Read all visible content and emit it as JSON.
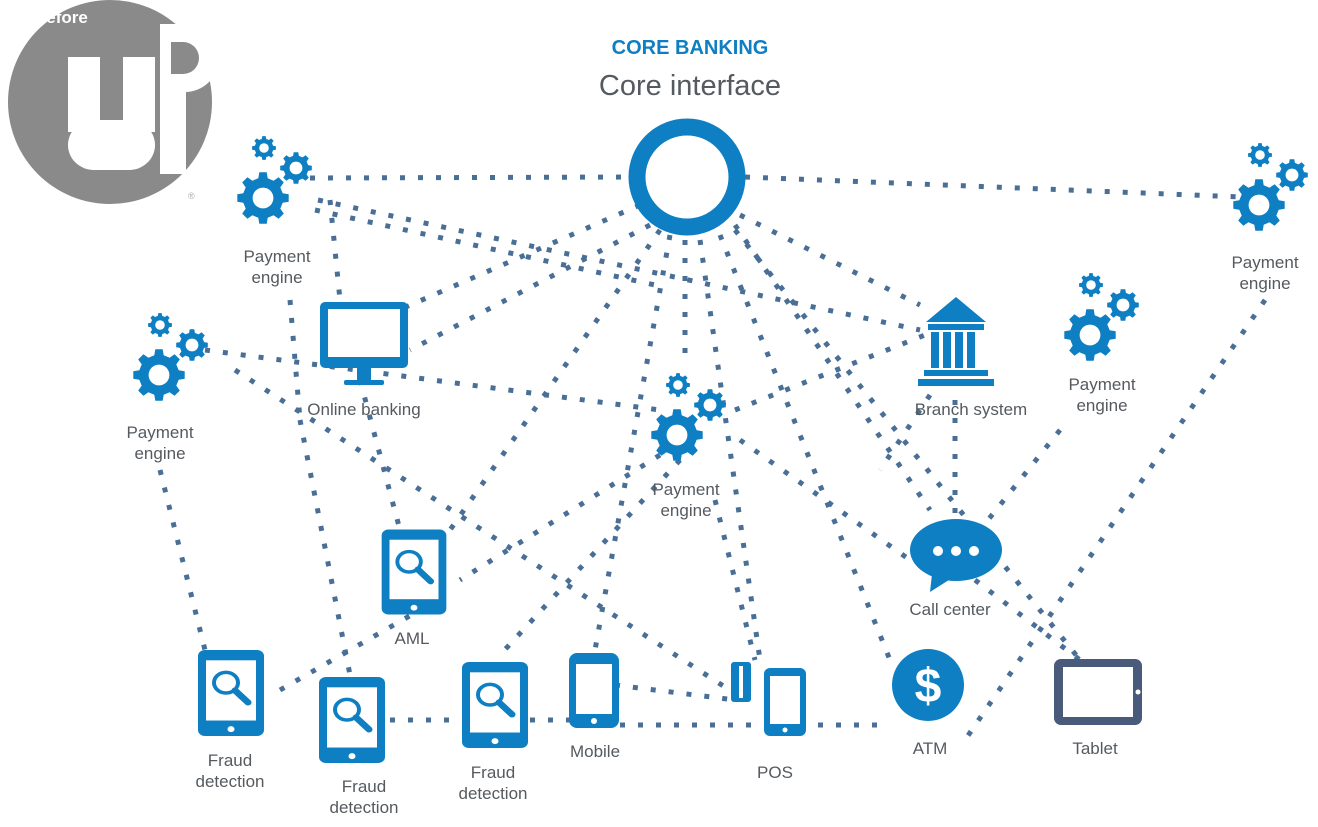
{
  "logo": {
    "word": "Before",
    "mark": "UP",
    "registered": "®"
  },
  "header": {
    "title": "CORE BANKING",
    "subtitle": "Core interface"
  },
  "colors": {
    "accent": "#0d7fc2",
    "dots": "#4a6f96",
    "logo_gray": "#8a8a8a",
    "text": "#555a5f",
    "tablet": "#4a5a7a"
  },
  "nodes": {
    "core": {
      "icon": "ring-icon"
    },
    "payment_tl": {
      "label": "Payment\nengine",
      "icon": "gears-icon"
    },
    "payment_tr": {
      "label": "Payment\nengine",
      "icon": "gears-icon"
    },
    "payment_left": {
      "label": "Payment\nengine",
      "icon": "gears-icon"
    },
    "payment_center": {
      "label": "Payment\nengine",
      "icon": "gears-icon"
    },
    "payment_right": {
      "label": "Payment\nengine",
      "icon": "gears-icon"
    },
    "online_banking": {
      "label": "Online banking",
      "icon": "monitor-icon"
    },
    "branch_system": {
      "label": "Branch system",
      "icon": "bank-building-icon"
    },
    "aml": {
      "label": "AML",
      "icon": "tablet-search-icon"
    },
    "call_center": {
      "label": "Call center",
      "icon": "chat-bubble-icon"
    },
    "fraud_1": {
      "label": "Fraud\ndetection",
      "icon": "tablet-search-icon"
    },
    "fraud_2": {
      "label": "Fraud\ndetection",
      "icon": "tablet-search-icon"
    },
    "fraud_3": {
      "label": "Fraud\ndetection",
      "icon": "tablet-search-icon"
    },
    "mobile": {
      "label": "Mobile",
      "icon": "phone-icon"
    },
    "pos": {
      "label": "POS",
      "icon": "pos-terminal-icon"
    },
    "atm": {
      "label": "ATM",
      "icon": "dollar-circle-icon"
    },
    "tablet": {
      "label": "Tablet",
      "icon": "tablet-icon"
    }
  }
}
